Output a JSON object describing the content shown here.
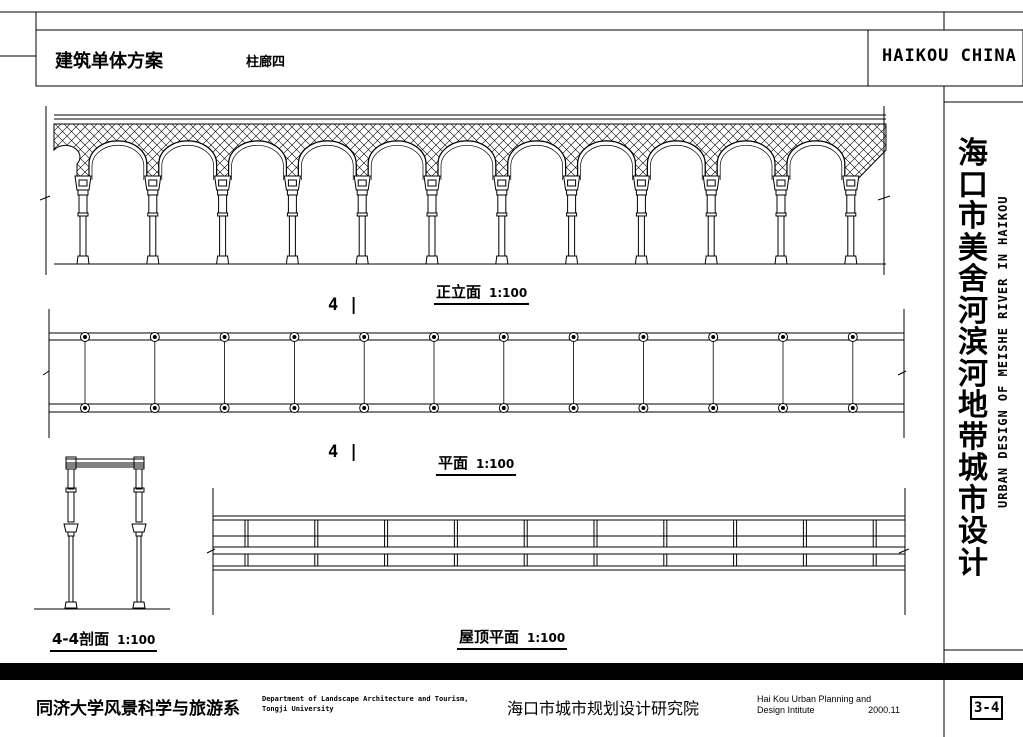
{
  "header": {
    "title": "建筑单体方案",
    "subtitle": "柱廊四",
    "brand": "HAIKOU CHINA"
  },
  "side_title": {
    "cn": "海口市美舍河滨河地带城市设计",
    "en": "URBAN DESIGN OF MEISHE RIVER IN HAIKOU"
  },
  "drawings": {
    "elevation": {
      "label": "正立面",
      "scale": "1:100"
    },
    "plan": {
      "label": "平面",
      "scale": "1:100"
    },
    "section": {
      "label": "4-4剖面",
      "scale": "1:100"
    },
    "roof_plan": {
      "label": "屋顶平面",
      "scale": "1:100"
    },
    "section_mark_top": "4",
    "section_mark_bottom": "4"
  },
  "footer": {
    "school_cn": "同济大学风景科学与旅游系",
    "school_en_line1": "Department of Landscape Architecture and Tourism,",
    "school_en_line2": "Tongji University",
    "institute_cn": "海口市城市规划设计研究院",
    "institute_en_line1": "Hai Kou Urban Planning  and",
    "institute_en_line2": "Design Intitute",
    "date": "2000.11",
    "sheet_no": "3-4"
  }
}
